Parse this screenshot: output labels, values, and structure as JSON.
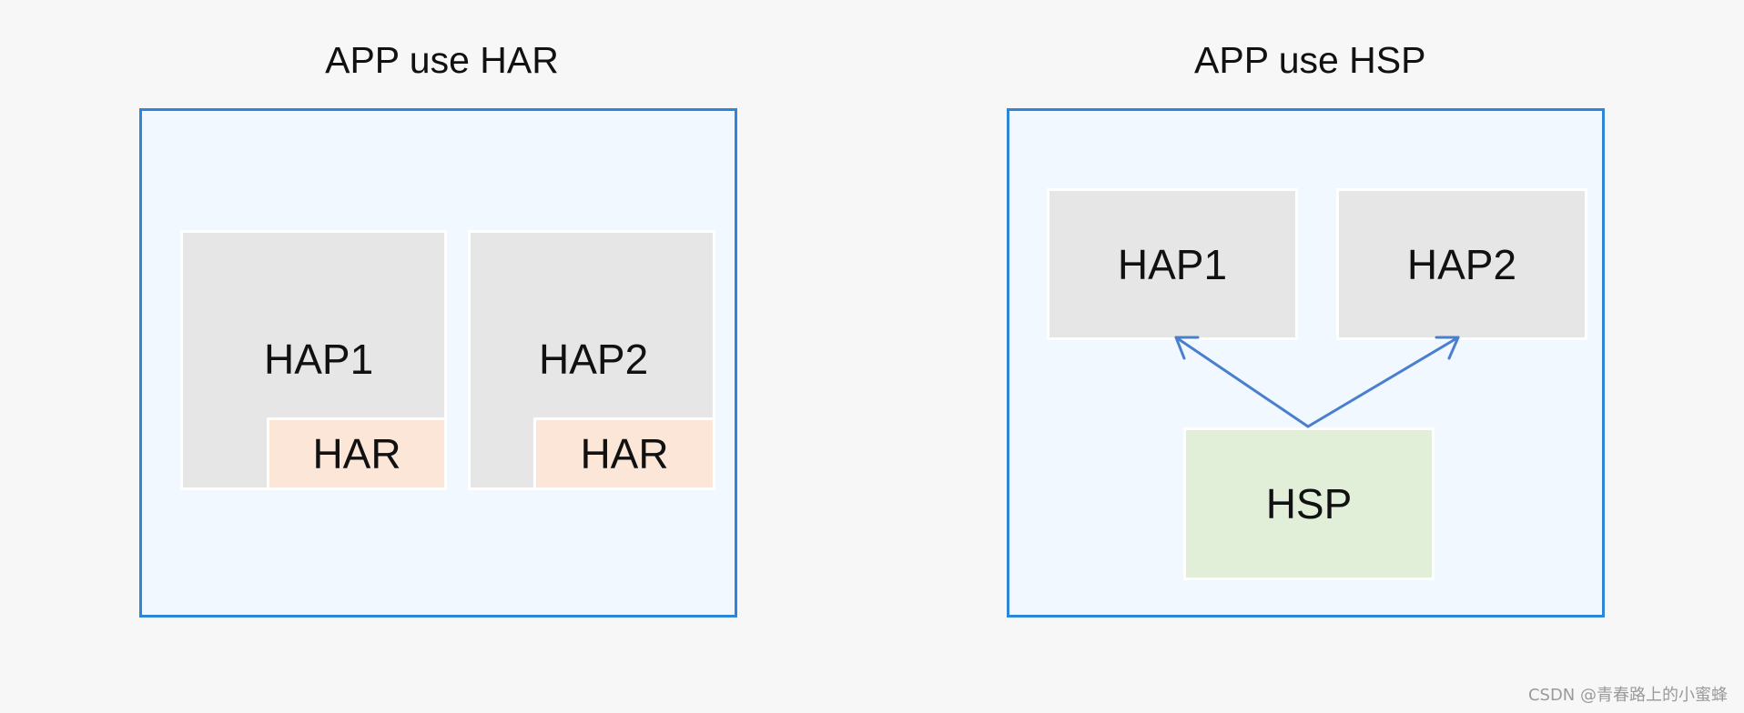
{
  "left_panel": {
    "title": "APP use HAR",
    "hap1_label": "HAP1",
    "hap2_label": "HAP2",
    "har1_label": "HAR",
    "har2_label": "HAR"
  },
  "right_panel": {
    "title": "APP use HSP",
    "hap1_label": "HAP1",
    "hap2_label": "HAP2",
    "hsp_label": "HSP"
  },
  "colors": {
    "background": "#f7f7f7",
    "container_border": "#2f86d6",
    "container_fill": "#f1f8ff",
    "hap_fill": "#e6e6e6",
    "har_fill": "#fce6d8",
    "hsp_fill": "#e1efd9",
    "arrow": "#4a7fcf"
  },
  "watermark": "CSDN @青春路上的小蜜蜂"
}
